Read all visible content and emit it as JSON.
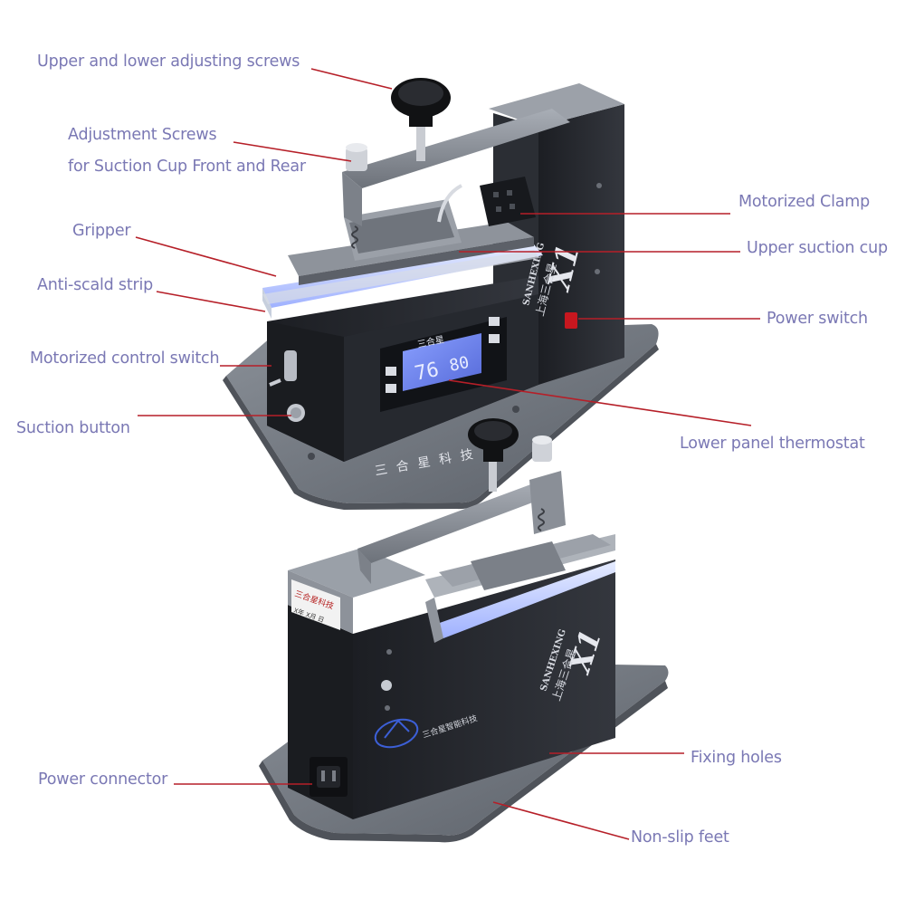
{
  "colors": {
    "label_text": "#7a78b4",
    "leader_line": "#b61f28",
    "base_plate": "#6f757d",
    "body_dark": "#24262c",
    "body_gray": "#8d929a",
    "lcd_blue": "#6f86f2",
    "suction_blue": "#b7c4ff"
  },
  "labels": [
    {
      "id": "upper-lower-adjusting-screws",
      "text": "Upper and lower adjusting screws"
    },
    {
      "id": "suction-cup-adjustment-screws",
      "text": "Adjustment Screws\nfor Suction Cup Front and Rear"
    },
    {
      "id": "gripper",
      "text": "Gripper"
    },
    {
      "id": "anti-scald-strip",
      "text": "Anti-scald strip"
    },
    {
      "id": "motorized-control-switch",
      "text": "Motorized control switch"
    },
    {
      "id": "suction-button",
      "text": "Suction button"
    },
    {
      "id": "motorized-clamp",
      "text": "Motorized Clamp"
    },
    {
      "id": "upper-suction-cup",
      "text": "Upper suction cup"
    },
    {
      "id": "power-switch",
      "text": "Power switch"
    },
    {
      "id": "lower-panel-thermostat",
      "text": "Lower panel thermostat"
    },
    {
      "id": "fixing-holes",
      "text": "Fixing holes"
    },
    {
      "id": "power-connector",
      "text": "Power connector"
    },
    {
      "id": "non-slip-feet",
      "text": "Non-slip feet"
    }
  ],
  "machine_markings": {
    "model": "X1",
    "brand_latin": "SANHEXING",
    "brand_cn": "上海三合星",
    "display_left": "76",
    "display_right": "80",
    "lcd_brand": "三合星",
    "base_text": "三合星科技",
    "rear_sticker_title": "三合星科技",
    "rear_sticker_date": "X年 X月 日",
    "rear_logo_text": "三合星智能科技"
  }
}
